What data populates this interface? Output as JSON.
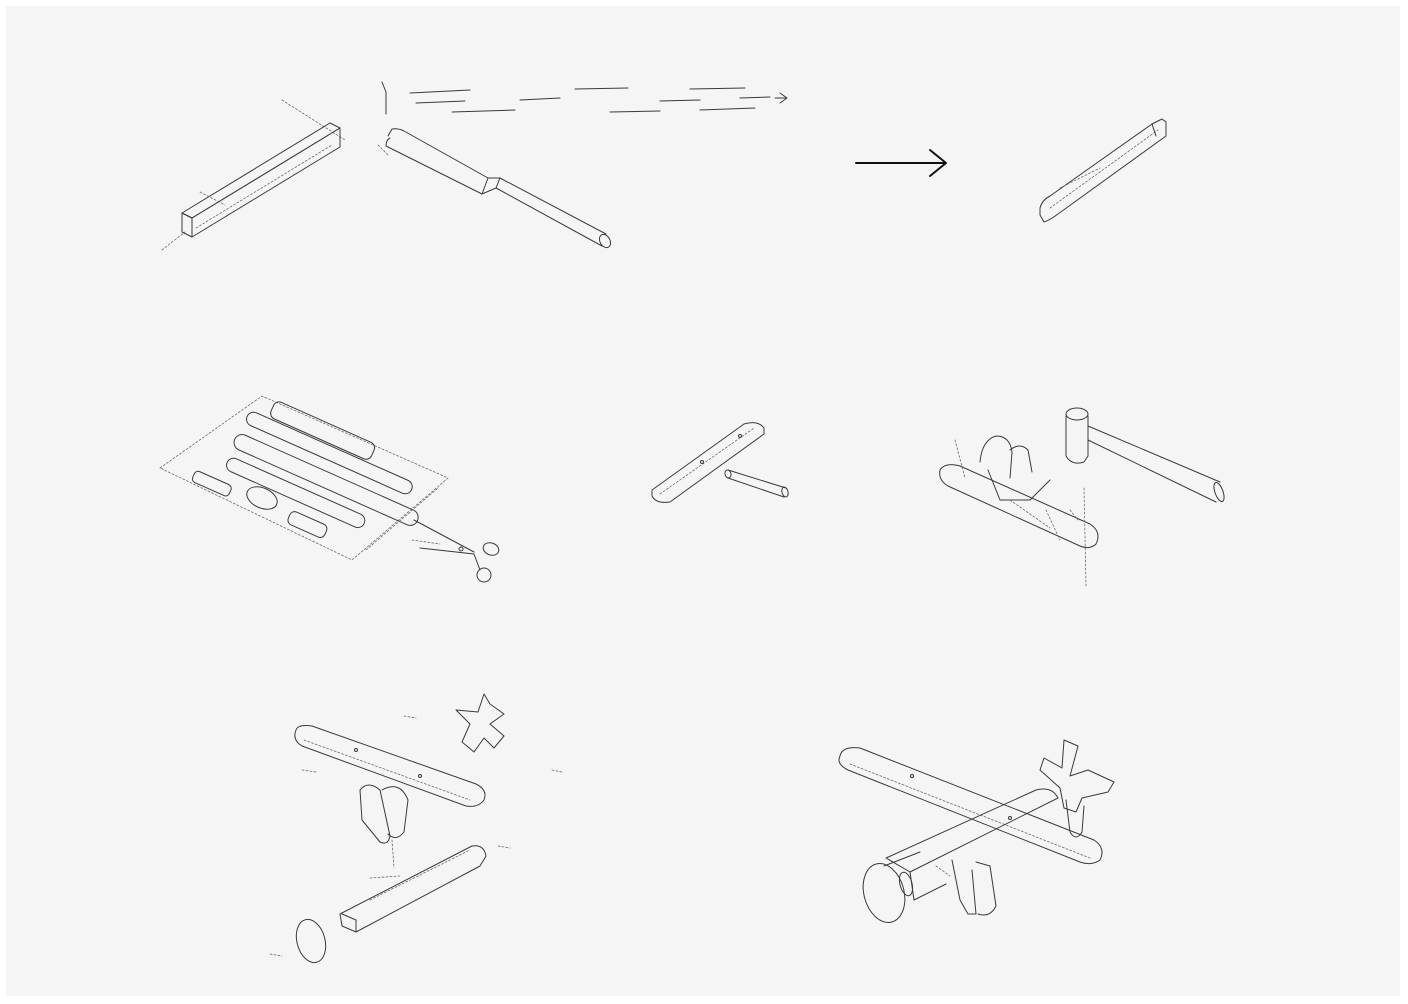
{
  "colors": {
    "background": "#f5f5f5",
    "page": "#ffffff",
    "line": "#3a3a3a",
    "arrow": "#111111"
  },
  "steps": [
    {
      "id": "raw-stock-and-chisel",
      "icons": [
        "square-dowel-stock-icon",
        "chisel-icon",
        "dashed-motion-arrow-icon"
      ]
    },
    {
      "id": "transition-arrow",
      "icons": [
        "arrow-right-icon"
      ]
    },
    {
      "id": "shaped-fuselage-blank",
      "icons": [
        "shaped-fuselage-icon"
      ]
    },
    {
      "id": "template-sheet-and-scissors",
      "icons": [
        "template-sheet-icon",
        "scissors-icon"
      ]
    },
    {
      "id": "wing-strut-and-pin",
      "icons": [
        "wing-piece-icon",
        "pin-icon"
      ]
    },
    {
      "id": "hammer-assembly",
      "icons": [
        "tail-assembly-icon",
        "hammer-icon"
      ]
    },
    {
      "id": "exploded-airplane",
      "icons": [
        "wing-icon",
        "propeller-icon",
        "strut-icon",
        "fuselage-icon",
        "wheel-icon"
      ]
    },
    {
      "id": "assembled-airplane",
      "icons": [
        "biplane-icon"
      ]
    }
  ]
}
